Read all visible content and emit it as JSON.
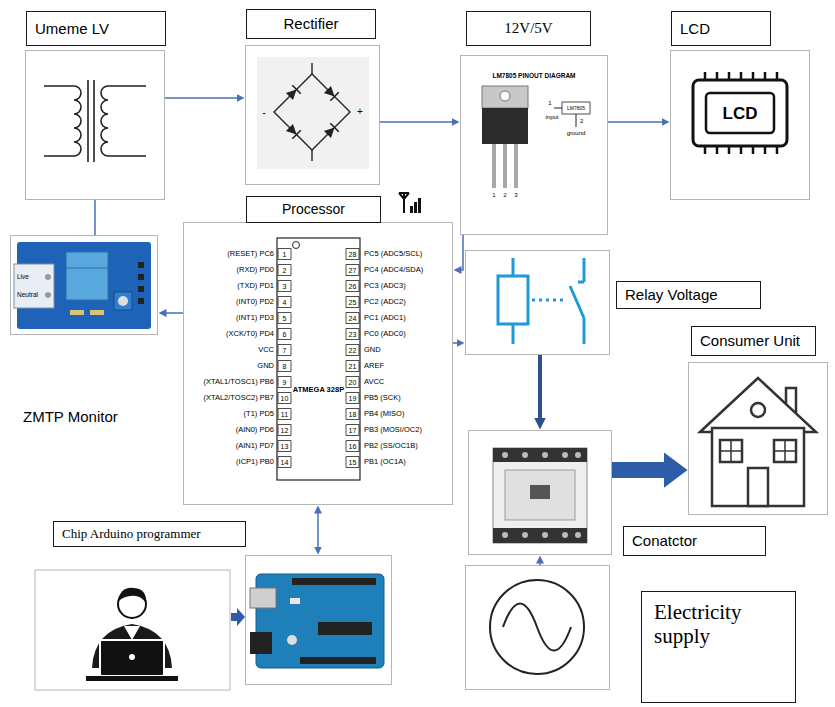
{
  "diagram": {
    "nodes": [
      {
        "text": [
          "Umeme LV"
        ]
      },
      {
        "text": [
          "Rectifier"
        ]
      },
      {
        "text": [
          "12V/5V"
        ]
      },
      {
        "text": [
          "LCD"
        ]
      },
      {
        "text": [
          "Processor"
        ]
      },
      {
        "text": [
          "ZMTP Monitor"
        ]
      },
      {
        "text": [
          "Relay Voltage"
        ]
      },
      {
        "text": [
          "Consumer Unit"
        ]
      },
      {
        "text": [
          "Conatctor"
        ]
      },
      {
        "text": [
          "Chip Arduino programmer"
        ]
      },
      {
        "text": [
          "Electricity supply"
        ]
      }
    ],
    "edges": [
      {
        "from": 0,
        "to": 1,
        "arrow": "to"
      },
      {
        "from": 1,
        "to": 2,
        "arrow": "to"
      },
      {
        "from": 2,
        "to": 3,
        "arrow": "to"
      },
      {
        "from": 2,
        "to": 4,
        "arrow": "to"
      },
      {
        "from": 4,
        "to": 6,
        "arrow": "to"
      },
      {
        "from": 4,
        "to": 5,
        "arrow": "to"
      },
      {
        "from": 0,
        "to": 5,
        "arrow": "none"
      },
      {
        "from": 6,
        "to": 8,
        "arrow": "to"
      },
      {
        "from": 8,
        "to": 7,
        "arrow": "to"
      },
      {
        "from": 4,
        "to": 9,
        "arrow": "both"
      },
      {
        "from": 10,
        "to": 8,
        "arrow": "to"
      }
    ],
    "labels": [
      "LCD",
      "LM7805 PINOUT DIAGRAM",
      "1",
      "2",
      "3",
      "1",
      "input",
      "LM7805",
      "2",
      "ground",
      "-",
      "+",
      "Live",
      "Neutral",
      "ATMEGA 328P",
      "(RESET) PC6",
      "1",
      "28",
      "PC5 (ADC5/SCL)",
      "(RXD) PD0",
      "2",
      "27",
      "PC4 (ADC4/SDA)",
      "(TXD) PD1",
      "3",
      "26",
      "PC3 (ADC3)",
      "(INT0) PD2",
      "4",
      "25",
      "PC2 (ADC2)",
      "(INT1) PD3",
      "5",
      "24",
      "PC1 (ADC1)",
      "(XCK/T0) PD4",
      "6",
      "23",
      "PC0 (ADC0)",
      "VCC",
      "7",
      "22",
      "GND",
      "GND",
      "8",
      "21",
      "AREF",
      "(XTAL1/TOSC1) PB6",
      "9",
      "20",
      "AVCC",
      "(XTAL2/TOSC2) PB7",
      "10",
      "19",
      "PB5 (SCK)",
      "(T1) PD5",
      "11",
      "18",
      "PB4 (MISO)",
      "(AIN0) PD6",
      "12",
      "17",
      "PB3 (MOSI/OC2)",
      "(AIN1) PD7",
      "13",
      "16",
      "PB2 (SS/OC1B)",
      "(ICP1) PB0",
      "14",
      "15",
      "PB1 (OC1A)"
    ]
  }
}
